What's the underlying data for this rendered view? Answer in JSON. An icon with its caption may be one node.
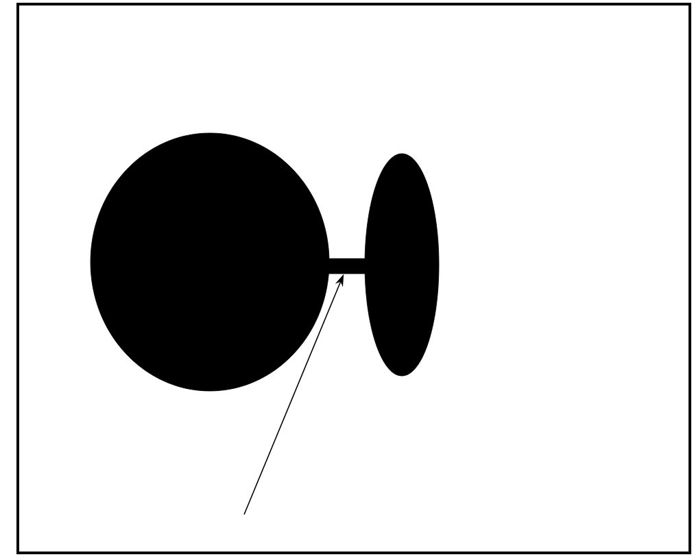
{
  "diagram": {
    "nodes": [
      {
        "text": [],
        "shape": "circle"
      },
      {
        "text": [],
        "shape": "ellipse"
      },
      {
        "text": [],
        "shape": "bar"
      }
    ],
    "edges": [
      {
        "from": null,
        "to": 2,
        "arrow": "to"
      }
    ]
  }
}
